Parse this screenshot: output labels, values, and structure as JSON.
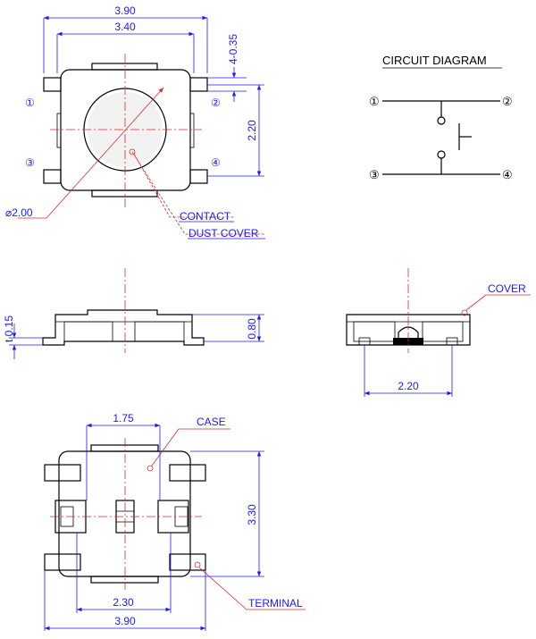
{
  "colors": {
    "outline": "#000000",
    "dimension": "#1a1aff",
    "leader": "#d62a2a"
  },
  "top_view": {
    "dim_width_outer": "3.90",
    "dim_width_inner": "3.40",
    "dim_lead_gap": "4-0.35",
    "dim_pitch": "2.20",
    "dim_diameter": "⌀2.00",
    "pins": [
      "①",
      "②",
      "③",
      "④"
    ],
    "label_contact": "CONTACT",
    "label_dust_cover": "DUST COVER"
  },
  "circuit": {
    "title": "CIRCUIT DIAGRAM",
    "pins": [
      "①",
      "②",
      "③",
      "④"
    ]
  },
  "front_view": {
    "dim_thickness": "t 0.15",
    "dim_height": "0.80"
  },
  "side_view": {
    "label_cover": "COVER",
    "dim_width": "2.20"
  },
  "bottom_view": {
    "dim_top": "1.75",
    "label_case": "CASE",
    "dim_height": "3.30",
    "dim_inner": "2.30",
    "dim_outer": "3.90",
    "label_terminal": "TERMINAL"
  }
}
